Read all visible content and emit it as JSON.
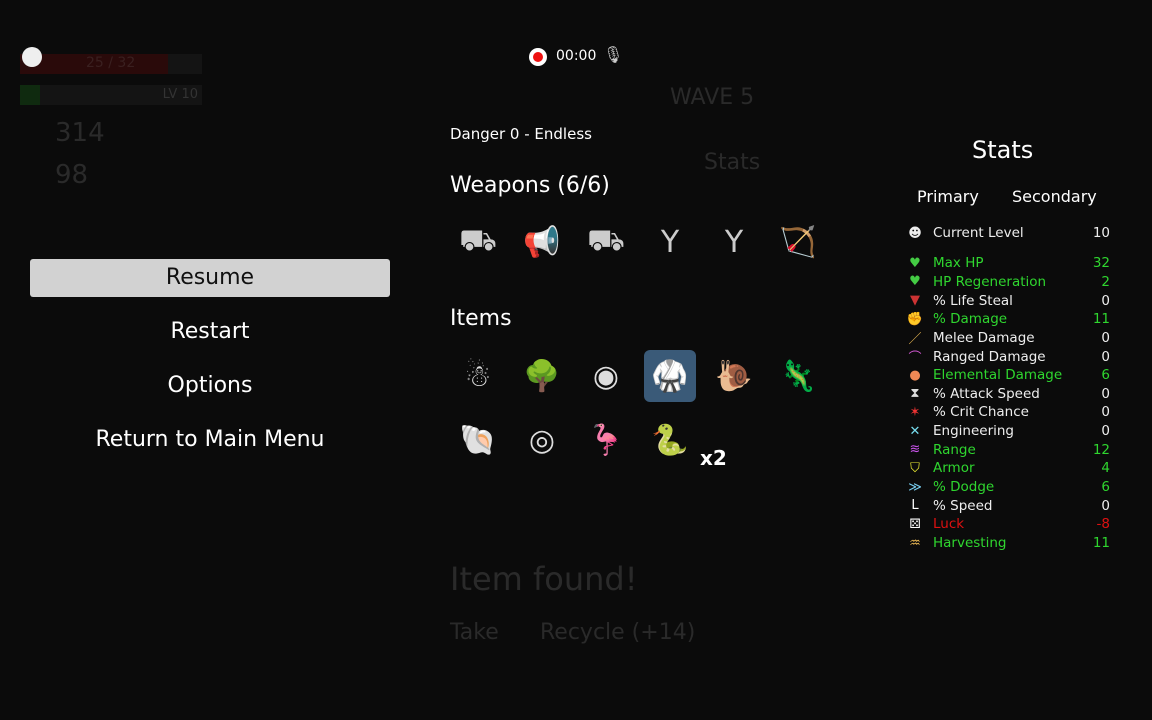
{
  "background": {
    "hp_text": "25 / 32",
    "level_text": "LV 10",
    "materials": "314",
    "bag": "98",
    "wave": "WAVE 5",
    "stats_title": "Stats",
    "item_found": "Item found!",
    "take": "Take",
    "recycle": "Recycle (+14)"
  },
  "recording": {
    "time": "00:00"
  },
  "menu": {
    "items": [
      {
        "label": "Resume",
        "selected": true
      },
      {
        "label": "Restart"
      },
      {
        "label": "Options"
      },
      {
        "label": "Return to Main Menu"
      }
    ]
  },
  "run": {
    "danger": "Danger 0 - Endless",
    "weapons_title": "Weapons (6/6)",
    "items_title": "Items",
    "weapons": [
      "⛟",
      "📢",
      "⛟",
      "Y",
      "Y",
      "🏹"
    ],
    "items": [
      "☃",
      "🌳",
      "◉",
      "🥋",
      "🐌",
      "🦎",
      "🐚",
      "◎",
      "🦩",
      "🐍"
    ],
    "item_count_badge": "x2"
  },
  "stats": {
    "title": "Stats",
    "tab_primary": "Primary",
    "tab_secondary": "Secondary",
    "current_level": {
      "label": "Current Level",
      "value": "10"
    },
    "rows": [
      {
        "label": "Max HP",
        "value": "32",
        "color": "g",
        "icon": "♥",
        "ic": "#4c4"
      },
      {
        "label": "HP Regeneration",
        "value": "2",
        "color": "g",
        "icon": "♥",
        "ic": "#4c4"
      },
      {
        "label": "% Life Steal",
        "value": "0",
        "color": "w",
        "icon": "▼",
        "ic": "#c33"
      },
      {
        "label": "% Damage",
        "value": "11",
        "color": "g",
        "icon": "✊",
        "ic": "#e55"
      },
      {
        "label": "Melee Damage",
        "value": "0",
        "color": "w",
        "icon": "／",
        "ic": "#eb5"
      },
      {
        "label": "Ranged Damage",
        "value": "0",
        "color": "w",
        "icon": "⌒",
        "ic": "#c5c"
      },
      {
        "label": "Elemental Damage",
        "value": "6",
        "color": "g",
        "icon": "●",
        "ic": "#e85"
      },
      {
        "label": "% Attack Speed",
        "value": "0",
        "color": "w",
        "icon": "⧗",
        "ic": "#ddd"
      },
      {
        "label": "% Crit Chance",
        "value": "0",
        "color": "w",
        "icon": "✶",
        "ic": "#e33"
      },
      {
        "label": "Engineering",
        "value": "0",
        "color": "w",
        "icon": "✕",
        "ic": "#7de"
      },
      {
        "label": "Range",
        "value": "12",
        "color": "g",
        "icon": "≋",
        "ic": "#c5e"
      },
      {
        "label": "Armor",
        "value": "4",
        "color": "g",
        "icon": "⛉",
        "ic": "#ee3"
      },
      {
        "label": "% Dodge",
        "value": "6",
        "color": "g",
        "icon": "≫",
        "ic": "#7ce"
      },
      {
        "label": "% Speed",
        "value": "0",
        "color": "w",
        "icon": "L",
        "ic": "#fff"
      },
      {
        "label": "Luck",
        "value": "-8",
        "color": "r",
        "icon": "⚄",
        "ic": "#fff"
      },
      {
        "label": "Harvesting",
        "value": "11",
        "color": "g",
        "icon": "♒",
        "ic": "#eb5"
      }
    ]
  }
}
